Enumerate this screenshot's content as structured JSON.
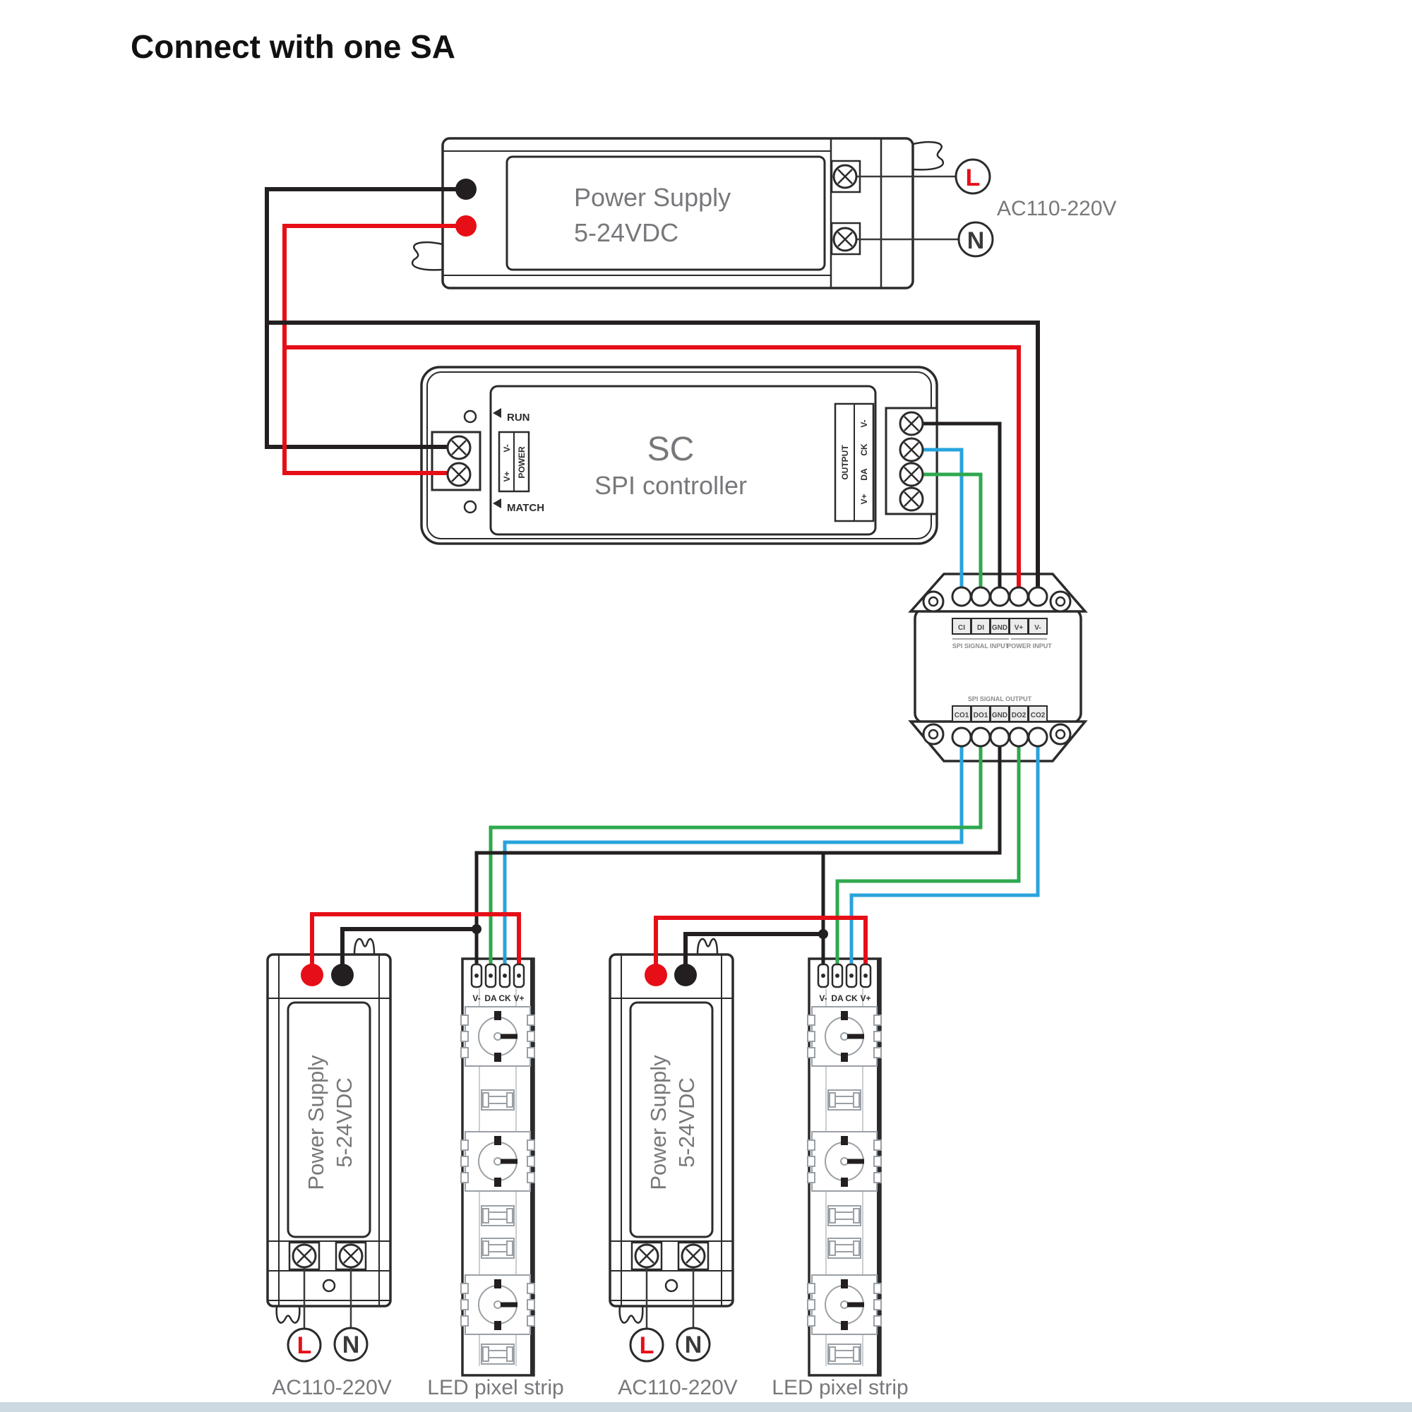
{
  "title": "Connect with one SA",
  "colors": {
    "wire_red": "#e60e17",
    "wire_black": "#231f20",
    "wire_green": "#2ea84e",
    "wire_blue": "#29a3dc",
    "label_gray": "#77787b"
  },
  "ps_top": {
    "line1": "Power Supply",
    "line2": "5-24VDC",
    "ac": "AC110-220V",
    "l": "L",
    "n": "N"
  },
  "sc": {
    "name": "SC",
    "type": "SPI controller",
    "run": "RUN",
    "match": "MATCH",
    "power_title": "POWER",
    "power_pins": [
      "V-",
      "V+"
    ],
    "output_title": "OUTPUT",
    "output_pins": [
      "V-",
      "CK",
      "DA",
      "V+"
    ]
  },
  "sa": {
    "in_terms": [
      "CI",
      "DI",
      "GND",
      "V+",
      "V-"
    ],
    "in_caps": [
      "SPI SIGNAL INPUT",
      "POWER INPUT"
    ],
    "out_cap": "SPI SIGNAL OUTPUT",
    "out_terms": [
      "CO1",
      "DO1",
      "GND",
      "DO2",
      "CO2"
    ]
  },
  "ps_left": {
    "line1": "Power Supply",
    "line2": "5-24VDC",
    "ac": "AC110-220V",
    "l": "L",
    "n": "N"
  },
  "ps_right": {
    "line1": "Power Supply",
    "line2": "5-24VDC",
    "ac": "AC110-220V",
    "l": "L",
    "n": "N"
  },
  "strip_left": {
    "pins": [
      "V-",
      "DA",
      "CK",
      "V+"
    ],
    "caption": "LED pixel strip"
  },
  "strip_right": {
    "pins": [
      "V-",
      "DA",
      "CK",
      "V+"
    ],
    "caption": "LED pixel strip"
  }
}
